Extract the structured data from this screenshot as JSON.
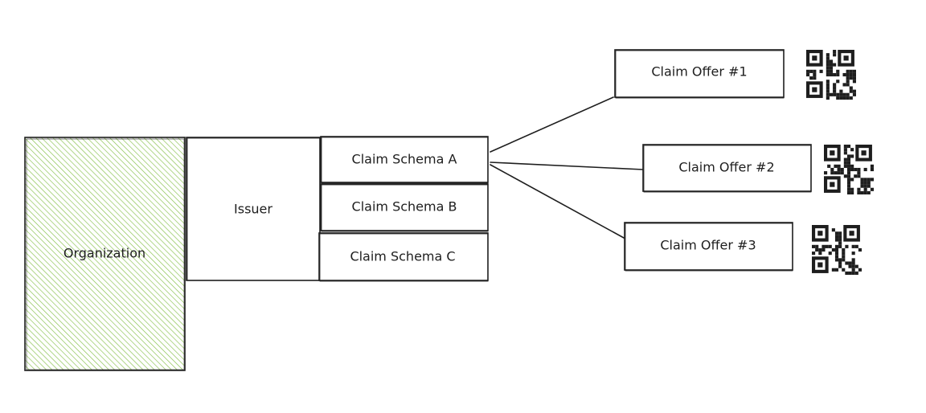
{
  "diagram": {
    "organization": {
      "label": "Organization",
      "fill_color": "#b2e281",
      "hatch_color": "#86c04a"
    },
    "issuer": {
      "label": "Issuer"
    },
    "schemas": [
      {
        "label": "Claim Schema A"
      },
      {
        "label": "Claim Schema B"
      },
      {
        "label": "Claim Schema C"
      }
    ],
    "offers": [
      {
        "label": "Claim Offer #1",
        "icon": "qr-code-icon"
      },
      {
        "label": "Claim Offer #2",
        "icon": "qr-code-icon"
      },
      {
        "label": "Claim Offer #3",
        "icon": "qr-code-icon"
      }
    ],
    "stroke_color": "#1e1e1e"
  }
}
